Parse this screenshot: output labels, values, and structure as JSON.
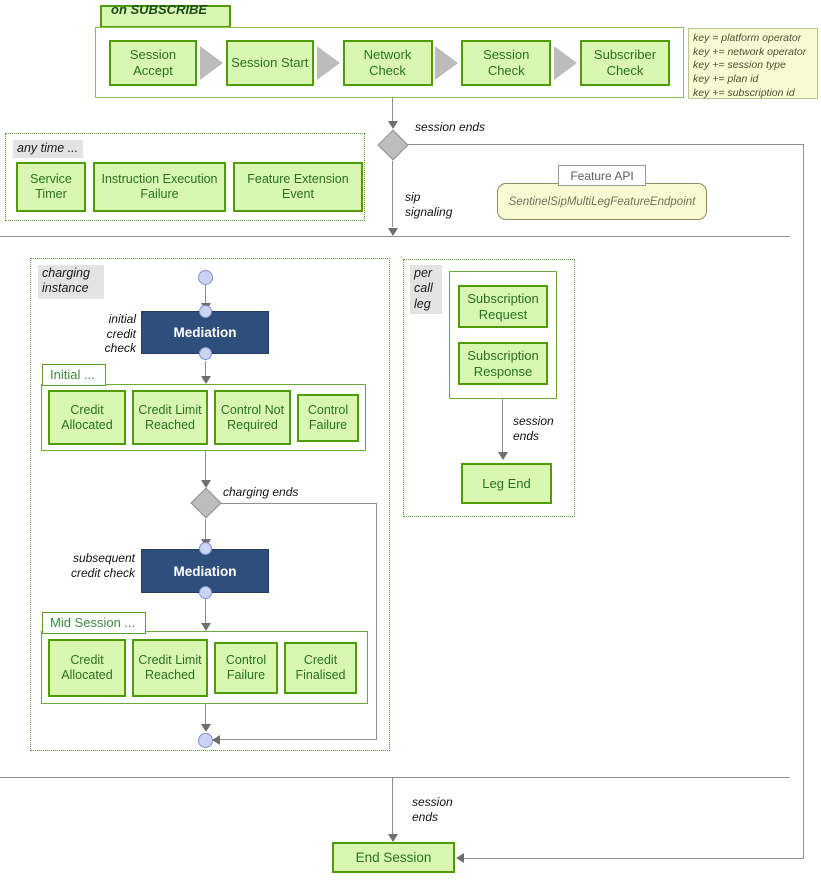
{
  "colors": {
    "event_fill": "#d9f7b0",
    "event_border": "#4f9c07",
    "event_text": "#267326",
    "mediation_blue": "#2e4f7c",
    "note_yellow": "#fafad2",
    "line_gray": "#8f8f8f",
    "dotted_green": "#4c9a2a"
  },
  "subscribe_lane": {
    "label": "on SUBSCRIBE ...",
    "steps": [
      "Session Accept",
      "Session Start",
      "Network Check",
      "Session Check",
      "Subscriber Check"
    ]
  },
  "key_note": {
    "lines": [
      "key = platform operator",
      "key += network operator",
      "key += session type",
      "key += plan id",
      "key += subscription id"
    ]
  },
  "any_time": {
    "label": "any time ...",
    "events": [
      "Service Timer",
      "Instruction Execution Failure",
      "Feature Extension Event"
    ]
  },
  "feature_api": {
    "label": "Feature API",
    "endpoint": "SentinelSipMultiLegFeatureEndpoint"
  },
  "annotations": {
    "session_ends_top": "session ends",
    "sip_signaling": "sip signaling",
    "initial_credit_check": "initial credit check",
    "charging_ends": "charging ends",
    "subsequent_credit_check": "subsequent credit check",
    "session_ends_leg": "session ends",
    "session_ends_bottom": "session ends"
  },
  "charging_instance": {
    "label": "charging instance",
    "mediation": "Mediation",
    "initial_group": {
      "label": "Initial ...",
      "events": [
        "Credit Allocated",
        "Credit Limit Reached",
        "Control Not Required",
        "Control Failure"
      ]
    },
    "mid_group": {
      "label": "Mid Session ...",
      "events": [
        "Credit Allocated",
        "Credit Limit Reached",
        "Control Failure",
        "Credit Finalised"
      ]
    }
  },
  "per_call_leg": {
    "label": "per call leg",
    "events": [
      "Subscription Request",
      "Subscription Response"
    ],
    "leg_end": "Leg End"
  },
  "end_session": "End Session"
}
